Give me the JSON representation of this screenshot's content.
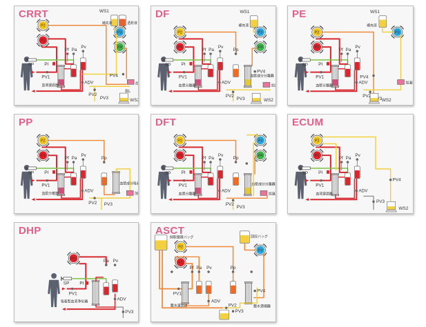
{
  "figure": {
    "description": "Blood purification treatment mode circuit diagrams",
    "colors": {
      "title": "#e0608a",
      "blood_line": "#d7282f",
      "blood_line_light": "#ee7a6c",
      "filtrate_line": "#ef8a3a",
      "fluid_line": "#f2d040",
      "anticoag_line": "#7dc242",
      "drain_line": "#9a9a9a",
      "pump_p1": "#e21e26",
      "pump_p2": "#f3c41c",
      "pump_p3": "#2aa6df",
      "pump_p4": "#3db24b",
      "heater": "#e8739b",
      "panel_bg": "#f7f7f7"
    }
  },
  "panels": [
    {
      "id": "crrt",
      "title": "CRRT",
      "pumps": [
        "P2",
        "P1",
        "P3",
        "P4"
      ],
      "labels": {
        "ws1": "WS1",
        "bag1": "補充液",
        "bag2": "透析液",
        "pf": "Pf",
        "pa": "Pa",
        "pv": "Pv",
        "sp": "SP",
        "pi": "PI",
        "pv1": "PV1",
        "filter": "血液濾過器",
        "adv": "ADV",
        "pv2": "PV2",
        "pv3": "PV3",
        "pv4": "PV4",
        "heater": "加温器",
        "bl": "BL",
        "ws2": "WS2"
      }
    },
    {
      "id": "df",
      "title": "DF",
      "pumps": [
        "P2",
        "P1",
        "P3",
        "P4"
      ],
      "labels": {
        "ws1": "WS1",
        "bag1": "補充液",
        "pf": "Pf",
        "pa": "Pa",
        "pv": "Pv",
        "pp": "Pp",
        "sp": "SP",
        "pi": "PI",
        "pv1": "PV1",
        "filter": "血漿分離器",
        "filter2": "血漿成分分離器",
        "adv": "ADV",
        "pv2": "PV2",
        "pv3": "PV3",
        "pv4": "PV4",
        "heater": "加温器",
        "ws2": "WS2"
      }
    },
    {
      "id": "pe",
      "title": "PE",
      "pumps": [
        "P2",
        "P1",
        "P3"
      ],
      "labels": {
        "ws1": "WS1",
        "bag1": "補充液",
        "pf": "Pf",
        "pa": "Pa",
        "pv": "Pv",
        "sp": "SP",
        "pi": "PI",
        "pv1": "PV1",
        "filter": "血漿分離器",
        "adv": "ADV",
        "pv2": "PV2",
        "pv3": "PV3",
        "pv4": "PV4",
        "heater": "加温器",
        "ws2": "WS2"
      }
    },
    {
      "id": "pp",
      "title": "PP",
      "pumps": [
        "P2",
        "P1"
      ],
      "labels": {
        "pf": "Pf",
        "pa": "Pa",
        "pv": "Pv",
        "pp": "Pp",
        "sp": "SP",
        "pi": "PI",
        "pv1": "PV1",
        "filter": "血漿分離器",
        "filter2": "血漿成分吸着器",
        "adv": "ADV",
        "pv2": "PV2",
        "pv3": "PV3",
        "heater": "加温器"
      }
    },
    {
      "id": "dft",
      "title": "DFT",
      "pumps": [
        "P2",
        "P1",
        "P3",
        "P4"
      ],
      "labels": {
        "pf": "Pf",
        "pa": "Pa",
        "pv": "Pv",
        "pp": "Pp",
        "sp": "SP",
        "pi": "PI",
        "pv1": "PV1",
        "filter": "血漿分離器",
        "filter2": "血漿成分分離器",
        "adv": "ADV",
        "pv2": "PV2",
        "pv3": "PV3",
        "heater": "加温器"
      }
    },
    {
      "id": "ecum",
      "title": "ECUM",
      "pumps": [
        "P2",
        "P1"
      ],
      "labels": {
        "pf": "Pf",
        "pa": "Pa",
        "pv": "Pv",
        "sp": "SP",
        "pi": "PI",
        "pv1": "PV1",
        "filter": "血液濾過器",
        "adv": "ADV",
        "pv3": "PV3",
        "pv4": "PV4",
        "ws2": "WS2"
      }
    },
    {
      "id": "dhp",
      "title": "DHP",
      "pumps": [
        "P1"
      ],
      "labels": {
        "pa": "Pa",
        "pv": "Pv",
        "sp": "SP",
        "pi": "PI",
        "pv1": "PV1",
        "filter": "吸着型血液浄化器",
        "adv": "ADV",
        "pv3": "PV3"
      }
    },
    {
      "id": "asct",
      "title": "ASCT",
      "pumps": [
        "P2",
        "P1",
        "P3"
      ],
      "labels": {
        "bag1": "採取循環バッグ",
        "bag2": "回収バッグ",
        "pf": "Pf",
        "pa": "Pa",
        "pv": "Pv",
        "pp": "Pp",
        "pv1": "PV1",
        "filter": "腹水濾過器",
        "filter2": "腹水濃縮器",
        "adv": "ADV",
        "pv2": "PV2",
        "pv3": "PV3",
        "pv4": "PV4"
      }
    }
  ]
}
